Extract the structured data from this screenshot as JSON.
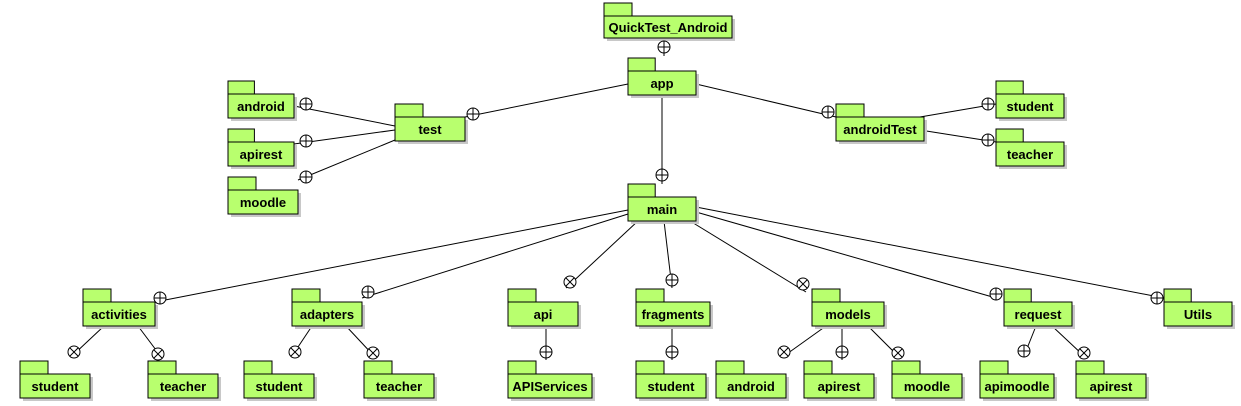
{
  "diagram": {
    "packages": {
      "root": "QuickTest_Android",
      "app": "app",
      "test": "test",
      "androidTest": "androidTest",
      "main": "main",
      "test_android": "android",
      "test_apirest": "apirest",
      "test_moodle": "moodle",
      "at_student": "student",
      "at_teacher": "teacher",
      "activities": "activities",
      "adapters": "adapters",
      "api": "api",
      "fragments": "fragments",
      "models": "models",
      "request": "request",
      "utils": "Utils",
      "act_student": "student",
      "act_teacher": "teacher",
      "ad_student": "student",
      "ad_teacher": "teacher",
      "apiservices": "APIServices",
      "frag_student": "student",
      "mod_android": "android",
      "mod_apirest": "apirest",
      "mod_moodle": "moodle",
      "req_apimoodle": "apimoodle",
      "req_apirest": "apirest"
    }
  }
}
